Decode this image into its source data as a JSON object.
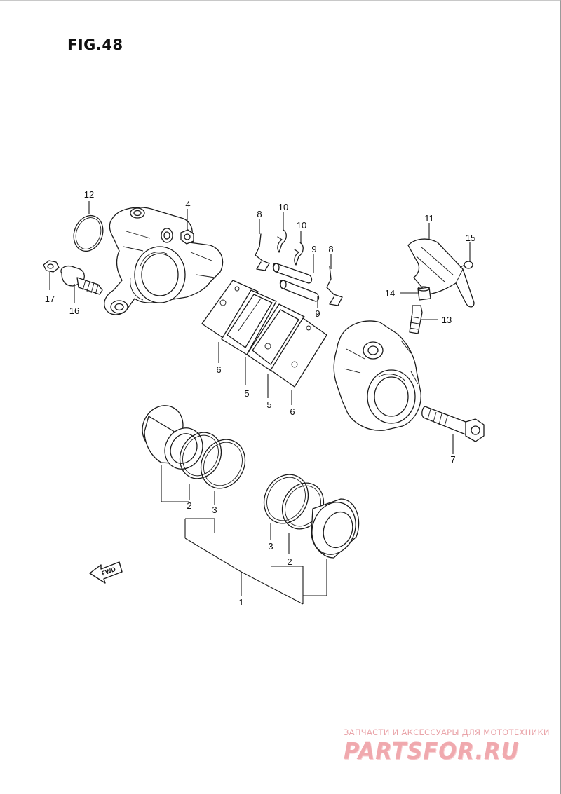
{
  "figure": {
    "title": "FIG.48"
  },
  "callouts": {
    "c1": "1",
    "c2a": "2",
    "c2b": "2",
    "c3a": "3",
    "c3b": "3",
    "c4": "4",
    "c5a": "5",
    "c5b": "5",
    "c6a": "6",
    "c6b": "6",
    "c7": "7",
    "c8a": "8",
    "c8b": "8",
    "c9a": "9",
    "c9b": "9",
    "c10a": "10",
    "c10b": "10",
    "c11": "11",
    "c12": "12",
    "c13": "13",
    "c14": "14",
    "c15": "15",
    "c16": "16",
    "c17": "17"
  },
  "direction_arrow": {
    "label": "FWD"
  },
  "watermark": {
    "tagline": "ЗАПЧАСТИ И АКСЕССУАРЫ ДЛЯ МОТОТЕХНИКИ",
    "logo_text": "PARTSFOR.RU",
    "color": "#f0a9ae"
  }
}
